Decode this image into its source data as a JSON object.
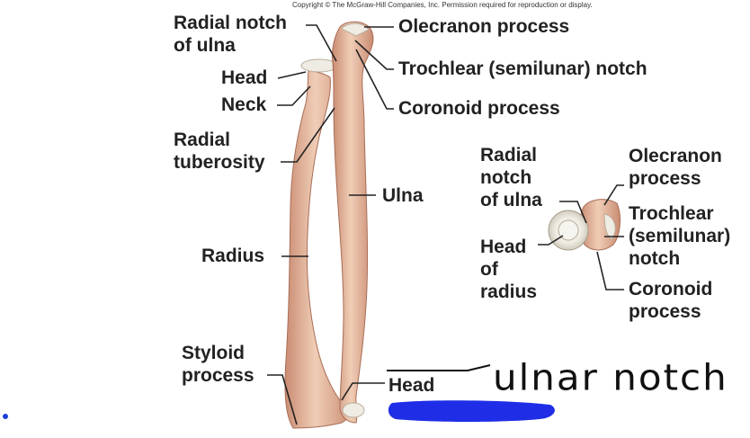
{
  "copyright": "Copyright © The McGraw-Hill Companies, Inc. Permission required for reproduction or display.",
  "labels": {
    "radial_notch_l1": "Radial notch",
    "radial_notch_l2": "of ulna",
    "head": "Head",
    "neck": "Neck",
    "radial_tuberosity_l1": "Radial",
    "radial_tuberosity_l2": "tuberosity",
    "radius": "Radius",
    "styloid_l1": "Styloid",
    "styloid_l2": "process",
    "olecranon": "Olecranon process",
    "trochlear": "Trochlear (semilunar) notch",
    "coronoid": "Coronoid process",
    "ulna": "Ulna",
    "head_lower": "Head"
  },
  "inset": {
    "radial_notch_l1": "Radial",
    "radial_notch_l2": "notch",
    "radial_notch_l3": "of ulna",
    "head_radius_l1": "Head",
    "head_radius_l2": "of",
    "head_radius_l3": "radius",
    "olecranon_l1": "Olecranon",
    "olecranon_l2": "process",
    "trochlear_l1": "Trochlear",
    "trochlear_l2": "(semilunar)",
    "trochlear_l3": "notch",
    "coronoid_l1": "Coronoid",
    "coronoid_l2": "process"
  },
  "annotation": {
    "handwritten": "ulnar notch",
    "redaction_color": "#1f2ee6"
  },
  "colors": {
    "bone": "#e8c2a8",
    "bone_shadow": "#c98c72",
    "cartilage": "#efece4",
    "ink": "#222222"
  }
}
